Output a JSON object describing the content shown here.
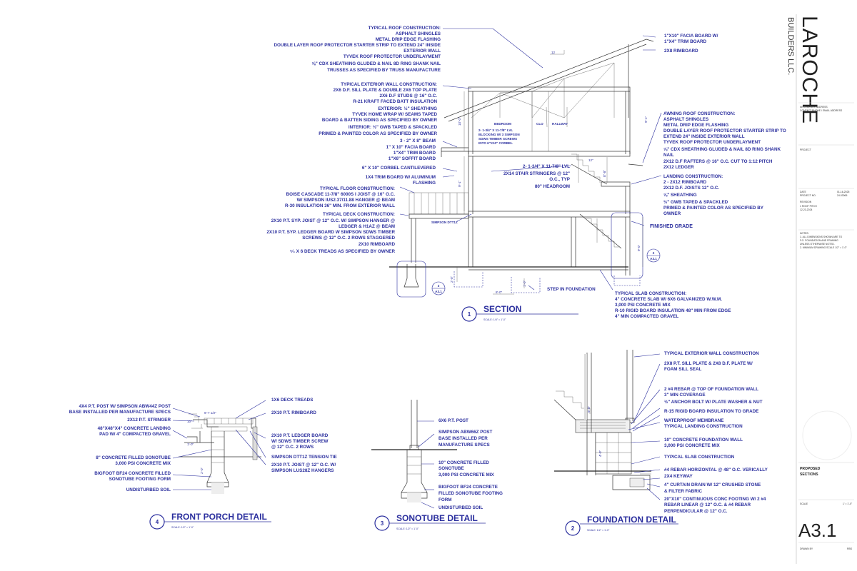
{
  "section": {
    "roof_notes": [
      "TYPICAL ROOF CONSTRUCTION:",
      "ASPHALT SHINGLES",
      "METAL DRIP EDGE FLASHING",
      "DOUBLE LAYER ROOF PROTECTOR STARTER STRIP TO EXTEND 24\" INSIDE",
      "EXTERIOR WALL",
      "TYVEK ROOF PROTECTOR UNDERLAYMENT",
      "⅝\" CDX SHEATHING GLUDED & NAIL 8D RING SHANK NAIL",
      "TRUSSES AS SPECIFIED BY TRUSS MANUFACTURE"
    ],
    "wall_notes": [
      "TYPICAL EXTERIOR WALL CONSTRUCTION:",
      "2X6 D.F. SILL PLATE & DOUBLE 2X6 TOP PLATE",
      "2X6 D.F STUDS @ 16\" O.C.",
      "R-21 KRAFT FACED BATT INSULATION",
      "EXTERIOR: ½\" SHEATHING",
      "TYVEK HOME WRAP W/ SEAMS TAPED",
      "BOARD & BATTEN SIDING AS SPECIFIED BY OWNER",
      "INTERIOR: ½\" GWB TAPED & SPACKLED",
      "PRIMED & PAINTED COLOR AS SPECIFIED BY OWNER"
    ],
    "beam_notes": [
      "3 - 2\" X 8\" BEAM",
      "1\" X 10\" FACIA BOARD",
      "1\"X4\" TRIM BOARD",
      "1\"X6\" SOFFIT BOARD"
    ],
    "corbel_note": "6\" X 10\" CORBEL CANTILEVERED",
    "trim_notes": [
      "1X4 TRIM BOARD W/ ALUMINUM",
      "FLASHING"
    ],
    "floor_notes": [
      "TYPICAL FLOOR CONSTRUCTION:",
      "BOISE CASCADE  11-7/8\" 6000S I JOIST @ 16\" O.C.",
      "W/ SIMPSON IUS2.37/11.88 HANGER @ BEAM",
      "R-30 INSULATION 36\" MIN. FROM EXTERIOR WALL"
    ],
    "deck_notes": [
      "TYPICAL DECK CONSTRUCTION:",
      "2X10 P.T. SYP. JOIST @ 12\" O.C. W/ SIMPSON HANGER @",
      "LEDGER & H1AZ @ BEAM",
      "2X10 P.T. SYP. LEDGER BOARD W SIMPSON SDWS TIMBER",
      "SCREWS @ 12\" O.C. 2 ROWS STAGGERED",
      "2X10 RIMBOARD",
      "⁵⁄₄ X 6 DECK TREADS AS SPECIFIED BY OWNER"
    ],
    "facia_notes": [
      "1\"X10\" FACIA BOARD W/",
      "1\"X4\" TRIM BOARD"
    ],
    "rimboard_note": "2X8 RIMBOARD",
    "awning_notes": [
      "AWNING ROOF CONSTRUCTION:",
      "ASPHALT SHINGLES",
      "METAL DRIP EDGE FLASHING",
      "DOUBLE LAYER ROOF PROTECTOR STARTER STRIP TO",
      "EXTEND 24\" INSIDE EXTERIOR WALL",
      "TYVEK ROOF PROTECTOR UNDERLAYMENT",
      "⅝\" CDX SHEATHING GLUDED & NAIL 8D RING SHANK",
      "NAIL",
      "2X12 D.F RAFTERS @ 16\" O.C. CUT TO 1:12 PITCH",
      "2X12 LEDGER"
    ],
    "landing_notes": [
      "LANDING CONSTRUCTION:",
      "2 - 2X12 RIMBOARD",
      "2X12 D.F. JOISTS 12\" O.C.",
      "⅝\" SHEATHING",
      "½\" GWB TAPED & SPACKLED",
      "PRIMED & PAINTED COLOR AS SPECIFIED BY",
      "OWNER"
    ],
    "finished_grade": "FINISHED GRADE",
    "lvl_notes": [
      "2- 1-3/4\" X 11-7/8\" LVL",
      "2X14 STAIR STRINGERS @ 12\"",
      "O.C., TYP",
      "80\" HEADROOM"
    ],
    "blocking_notes": [
      "2- 1-3/4\" X 11-7/8\" LVL",
      "BLOCKING W/ 3 SIMPSON",
      "SDWS TIMBER SCREWS",
      "INTO 6\"X10\" CORBEL"
    ],
    "rooms": [
      "BEDROOM",
      "CLO",
      "HALLWAY"
    ],
    "simpson_label": "SIMPSON DTT1Z",
    "step_label": "STEP IN FOUNDATION",
    "slab_notes": [
      "TYPICAL SLAB CONSTRUCTION:",
      "4\" CONCRETE SLAB W/ 6X6 GALVANIZED W.W.M.",
      "3,000 PSI CONCRETE MIX",
      "R-10 RIGID BOARD INSULATION 48\" MIN FROM EDGE",
      "4\" MIN COMPACTED GRAVEL"
    ],
    "pitch_label": "12",
    "dims": [
      "10'-0\"",
      "9'-1\"",
      "8'-0\"",
      "1'-0\"",
      "9'-1\"",
      "9'-0\"",
      "2'-0\"",
      "12\"",
      "8\"-8\""
    ],
    "title": "SECTION",
    "number": "1",
    "scale": "SCALE: 1/4\" = 1'-0\"",
    "callouts": [
      {
        "num": "3",
        "sheet": "A3.1"
      },
      {
        "num": "2",
        "sheet": "A3.1"
      }
    ]
  },
  "porch": {
    "left_notes": [
      [
        "4X4 P.T. POST W/ SIMPSON ABW44Z POST",
        "BASE INSTALLED PER MANUFACTURE SPECS"
      ],
      [
        "2X12 P.T. STRINGER"
      ],
      [
        "48\"X48\"X4\" CONCRETE LANDING",
        "PAD W/ 4\" COMPACTED GRAVEL"
      ],
      [
        "8\" CONCRETE FILLED SONOTUBE",
        "3,000 PSI CONCRETE MIX"
      ],
      [
        "BIGFOOT BF24 CONCRETE FILLED",
        "SONOTUBE FOOTING FORM"
      ],
      [
        "UNDISTURBED SOIL"
      ]
    ],
    "right_notes": [
      [
        "1X6 DECK TREADS"
      ],
      [
        "2X10 P.T. RIMBOARD"
      ],
      [
        "2X10 P.T. LEDGER BOARD",
        "W/ SDWS TIMBER SCREW",
        "@ 12\" O.C. 2 ROWS"
      ],
      [
        "SIMPSON DTT1Z TENSION TIE"
      ],
      [
        "2X10 P.T. JOIST @ 12\" O.C. W/",
        "SIMPSON LUS28Z HANGERS"
      ]
    ],
    "dims": [
      "6'-7 1/2\"",
      "10\"",
      "1'-0\"",
      "2'-0\""
    ],
    "title": "FRONT PORCH DETAIL",
    "number": "4",
    "scale": "SCALE: 1/2\" = 1'-0\""
  },
  "sonotube": {
    "notes": [
      [
        "6X6 P.T. POST"
      ],
      [
        "SIMPSON ABW66Z POST",
        "BASE INSTALLED PER",
        "MANUFACTURE SPECS"
      ],
      [
        "10\" CONCRETE FILLED",
        "SONOTUBE",
        "3,000 PSI CONCRETE MIX"
      ],
      [
        "BIGFOOT BF24 CONCRETE",
        "FILLED SONOTUBE FOOTING",
        "FORM"
      ],
      [
        "UNDISTURBED SOIL"
      ]
    ],
    "title": "SONOTUBE DETAIL",
    "number": "3",
    "scale": "SCALE: 1/2\" = 1'-0\""
  },
  "foundation": {
    "notes": [
      [
        "TYPICAL EXTERIOR WALL CONSTRUCTION"
      ],
      [
        "2X8 P.T. SILL PLATE & 2X8 D.F. PLATE W/",
        "FOAM SILL SEAL"
      ],
      [
        "2 #4 REBAR @ TOP OF FOUNDATION WALL",
        "3\" MIN COVERAGE",
        "½\" ANCHOR BOLT W/ PLATE WASHER & NUT",
        "R-15 RIGID BOARD INSULATION TO GRADE",
        "WATERPROOF MEMBRANE",
        "TYPICAL LANDING CONSTRUCTION"
      ],
      [
        "10\" CONCRETE FOUNDATION WALL",
        "3,000 PSI CONCRETE MIX"
      ],
      [
        "TYPICAL SLAB CONSTRUCTION"
      ],
      [
        "#4 REBAR HORIZONTAL @ 48\" O.C. VERICALLY",
        "2X4 KEYWAY",
        "4\" CURTAIN DRAIN W/ 12\" CRUSHED STONE",
        "& FILTER FABRIC",
        "20\"X10\" CONTINUOUS CONC FOOTING W/ 2 #4",
        "REBAR LINEAR @ 12\" O.C. & #4 REBAR",
        "PERPENDICULAR @ 12\" O.C."
      ]
    ],
    "dims": [
      "9'-0\"",
      "4'-0\""
    ],
    "title": "FOUNDATION DETAIL",
    "number": "2",
    "scale": "SCALE: 1/2\" = 1'-0\""
  },
  "titleblock": {
    "company": "LAROCHE",
    "company_sub": "BUILDERS LLC.",
    "address": [
      "## COMPANY ADDRESS",
      "CONTACT PHONE / EMAIL ADDRESS"
    ],
    "project_label": "PROJECT",
    "date_rows": [
      [
        "DATE",
        "01-16-2025"
      ],
      [
        "PROJECT NO.",
        "24-03065"
      ]
    ],
    "revision_label": "REVISION",
    "revisions": [
      "1  ROOF PITCH",
      "12-23-2024"
    ],
    "notes_label": "NOTES:",
    "notes": [
      "1.  ALL DIMENSIONS SHOWN ARE TO",
      "    F.O. FOUNDATION AND FRAMING",
      "    UNLESS OTHERWISE NOTED.",
      "2.  MINIMUM DRAWING SCALE 1/2\" = 1'-0\""
    ],
    "sheet_title": [
      "PROPOSED",
      "SECTIONS"
    ],
    "scale_label": "SCALE",
    "scale_value": "1' = 1'-0\"",
    "sheet_number": "A3.1",
    "drawn_label": "DRAWN BY",
    "drawn_value": "RBS"
  },
  "colors": {
    "ink": "#2b2f9e",
    "line": "#333333"
  }
}
